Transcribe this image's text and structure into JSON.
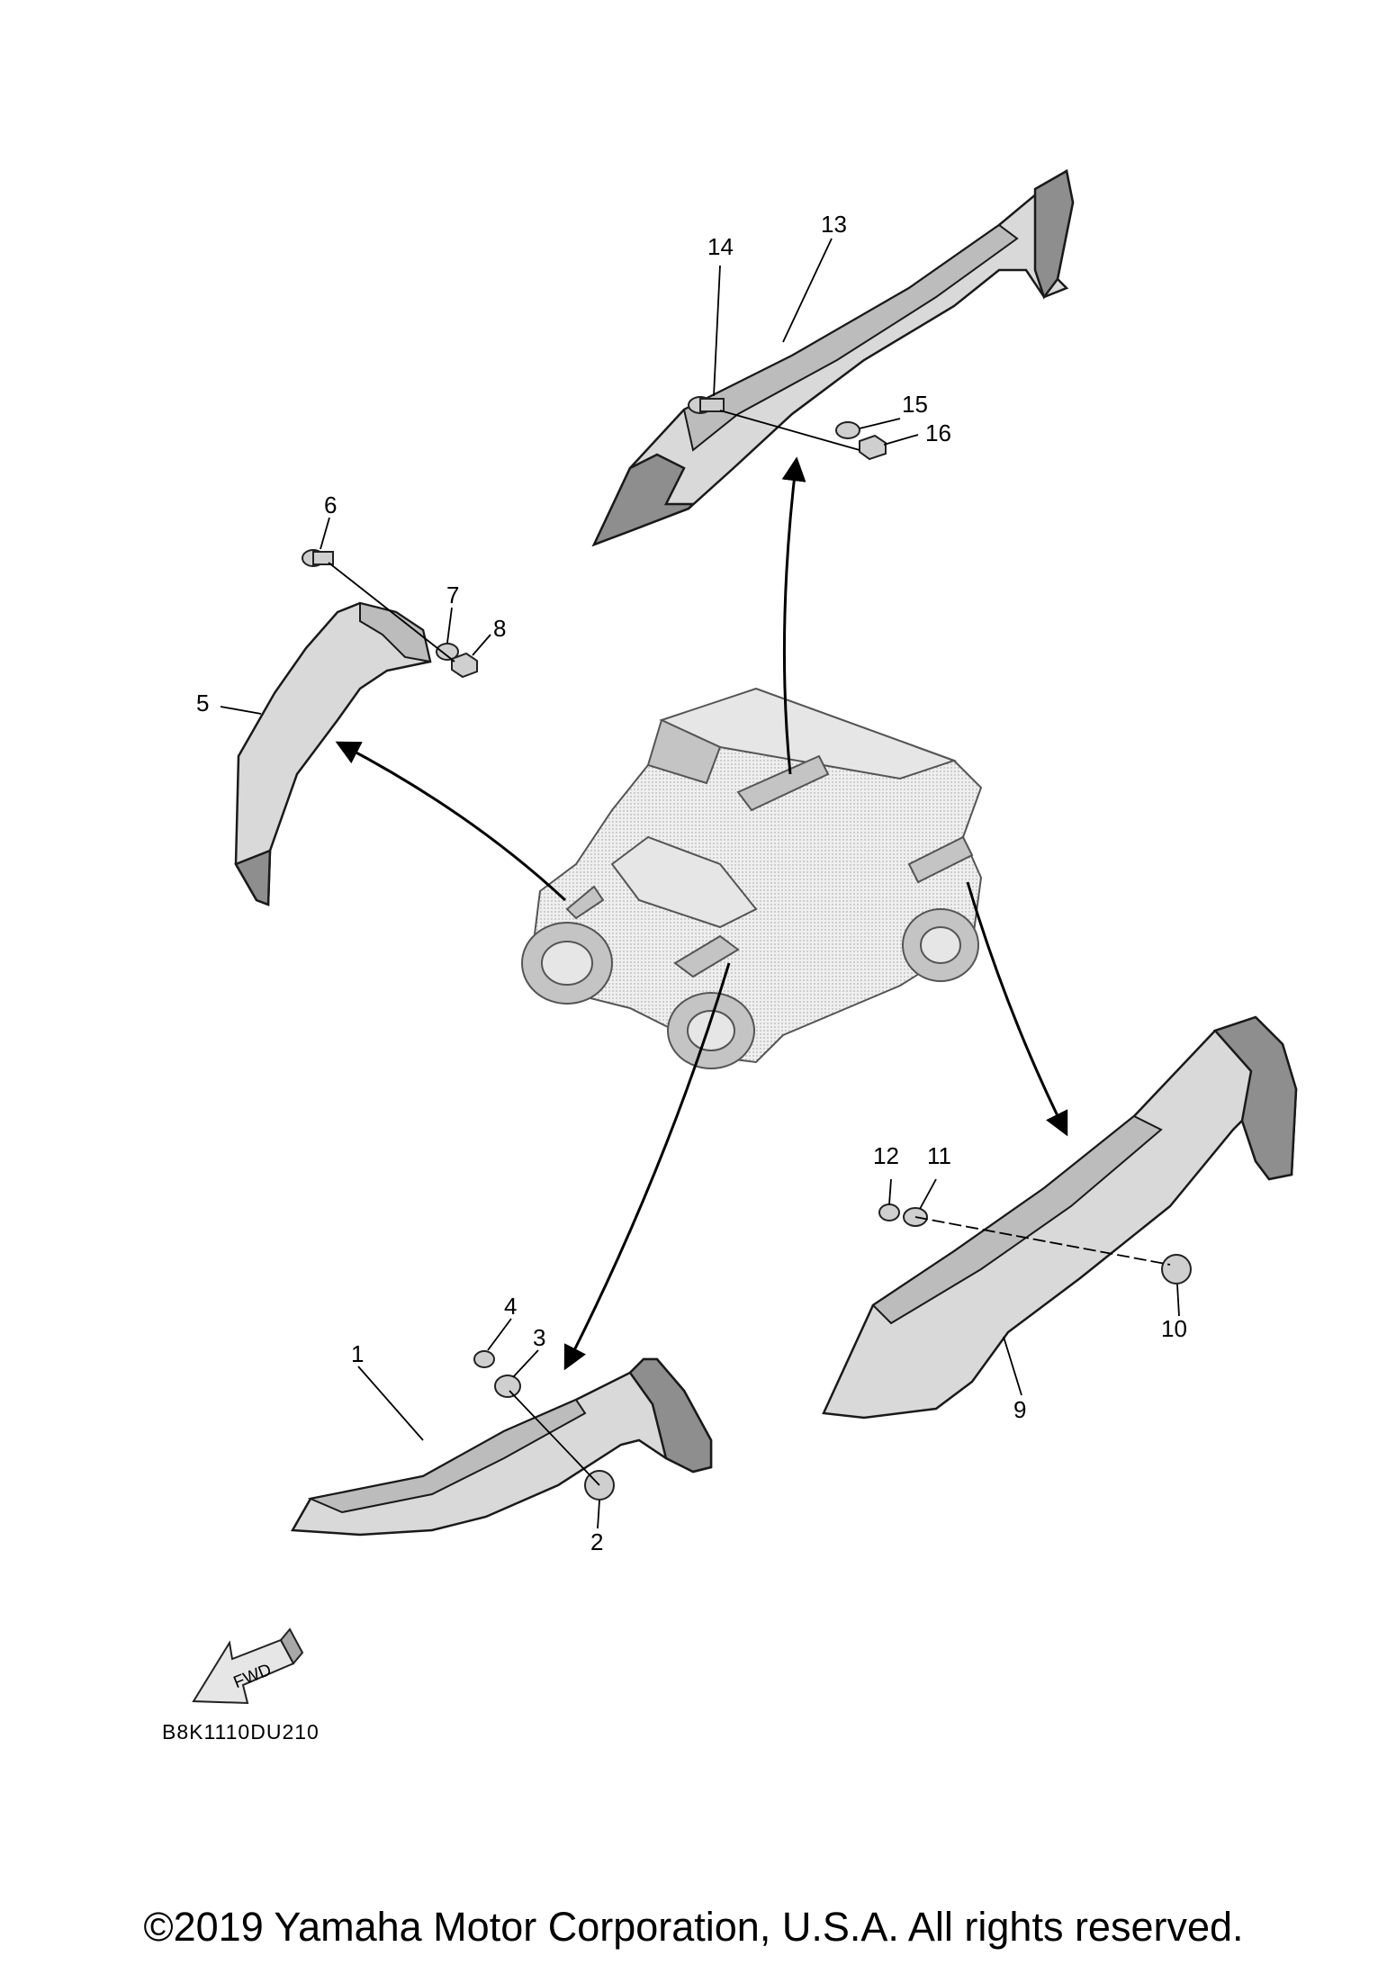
{
  "diagram": {
    "callouts": [
      "1",
      "2",
      "3",
      "4",
      "5",
      "6",
      "7",
      "8",
      "9",
      "10",
      "11",
      "12",
      "13",
      "14",
      "15",
      "16"
    ],
    "diagram_code": "B8K1110DU210",
    "fwd_label": "FWD"
  },
  "footer": {
    "copyright": "©2019 Yamaha Motor Corporation, U.S.A. All rights reserved."
  }
}
